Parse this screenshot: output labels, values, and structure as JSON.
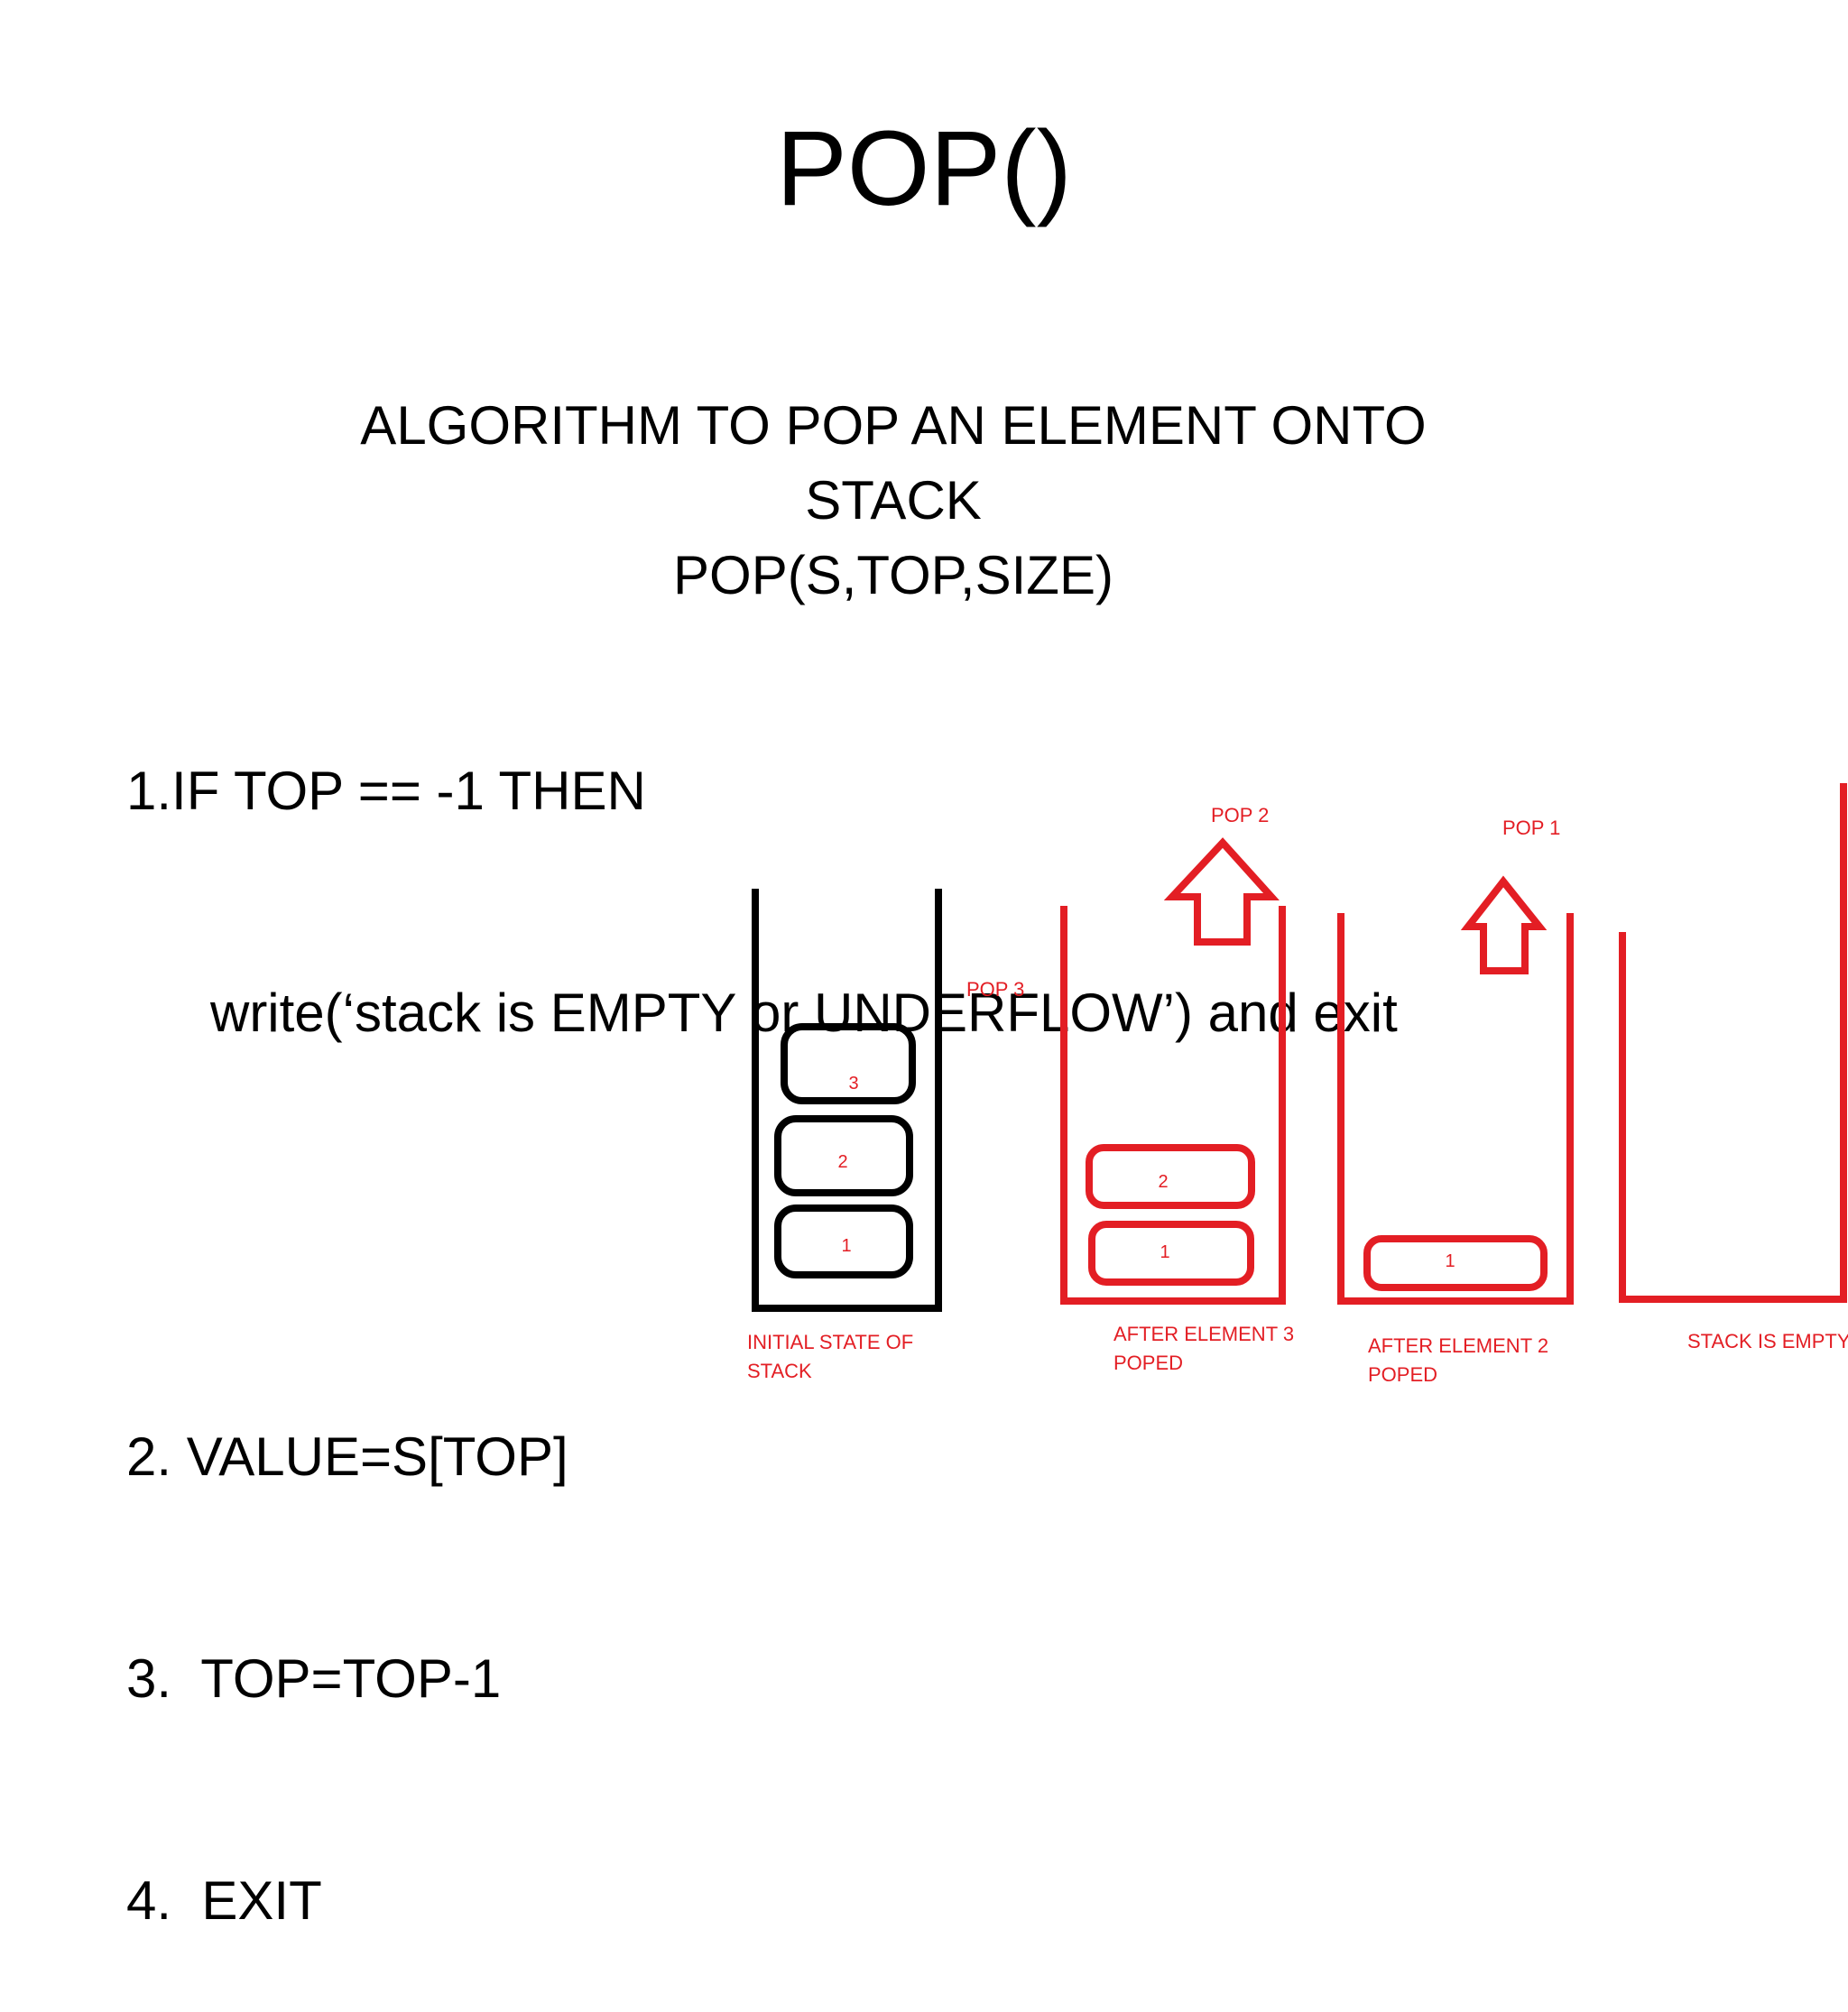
{
  "slide": {
    "title": "POP()",
    "subtitle_line1": "ALGORITHM TO  POP AN ELEMENT ONTO STACK",
    "subtitle_line2": "POP(S,TOP,SIZE)"
  },
  "algorithm": {
    "step1": "1.IF TOP == -1 THEN",
    "step1_body": "write(‘stack is EMPTY or UNDERFLOW’) and exit",
    "step2": "2. VALUE=S[TOP]",
    "step3": "3.  TOP=TOP-1",
    "step4": "4.  EXIT"
  },
  "diagram": {
    "colors": {
      "initial": "#000000",
      "popped": "#e31e24"
    },
    "stacks": [
      {
        "caption_line1": "INITIAL STATE OF",
        "caption_line2": "STACK",
        "elements": [
          "3",
          "2",
          "1"
        ]
      },
      {
        "caption_line1": "AFTER ELEMENT 3",
        "caption_line2": "POPED",
        "pop_label": "POP 3",
        "elements": [
          "2",
          "1"
        ]
      },
      {
        "caption_line1": "AFTER ELEMENT 2",
        "caption_line2": "POPED",
        "pop_label": "POP 2",
        "elements": [
          "1"
        ]
      },
      {
        "caption_line1": "STACK IS EMPTY",
        "pop_label": "POP 1",
        "elements": []
      }
    ]
  }
}
